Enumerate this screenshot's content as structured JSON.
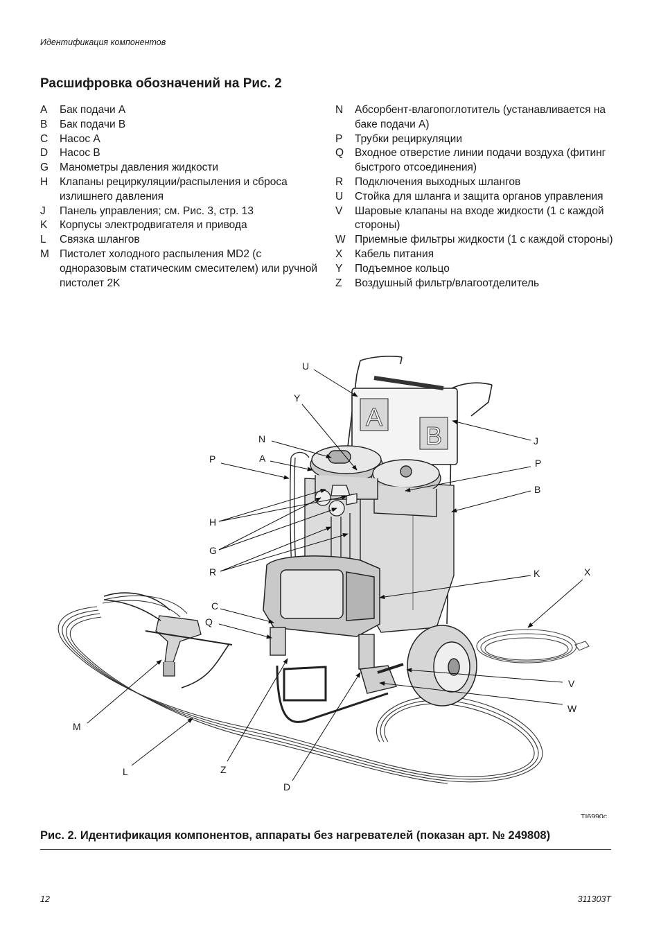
{
  "header": {
    "title": "Идентификация компонентов"
  },
  "section": {
    "title": "Расшифровка обозначений на Рис. 2"
  },
  "legend": {
    "left": [
      {
        "key": "A",
        "text": "Бак подачи A"
      },
      {
        "key": "B",
        "text": "Бак подачи B"
      },
      {
        "key": "C",
        "text": "Насос A"
      },
      {
        "key": "D",
        "text": "Насос B"
      },
      {
        "key": "G",
        "text": "Манометры давления жидкости"
      },
      {
        "key": "H",
        "text": "Клапаны рециркуляции/распыления и сброса излишнего давления"
      },
      {
        "key": "J",
        "text": "Панель управления; см. Рис. 3, стр. 13"
      },
      {
        "key": "K",
        "text": "Корпусы электродвигателя и привода"
      },
      {
        "key": "L",
        "text": "Связка шлангов"
      },
      {
        "key": "M",
        "text": "Пистолет холодного распыления MD2 (с одноразовым статическим смесителем) или ручной пистолет 2K"
      }
    ],
    "right": [
      {
        "key": "N",
        "text": "Абсорбент-влагопоглотитель (устанавливается на баке подачи A)"
      },
      {
        "key": "P",
        "text": "Трубки рециркуляции"
      },
      {
        "key": "Q",
        "text": "Входное отверстие линии подачи воздуха (фитинг быстрого отсоединения)"
      },
      {
        "key": "R",
        "text": "Подключения выходных шлангов"
      },
      {
        "key": "U",
        "text": "Стойка для шланга и защита органов управления"
      },
      {
        "key": "V",
        "text": "Шаровые клапаны на входе жидкости (1 с каждой стороны)"
      },
      {
        "key": "W",
        "text": "Приемные фильтры жидкости (1 с каждой стороны)"
      },
      {
        "key": "X",
        "text": "Кабель питания"
      },
      {
        "key": "Y",
        "text": "Подъемное кольцо"
      },
      {
        "key": "Z",
        "text": "Воздушный фильтр/влагоотделитель"
      }
    ]
  },
  "figure": {
    "tank_label_a": "A",
    "tank_label_b": "B",
    "callouts": {
      "U": "U",
      "Y": "Y",
      "N": "N",
      "A": "A",
      "P_left": "P",
      "P_right": "P",
      "J": "J",
      "B": "B",
      "H": "H",
      "G": "G",
      "R": "R",
      "K": "K",
      "X": "X",
      "C": "C",
      "Q": "Q",
      "V": "V",
      "W": "W",
      "M": "M",
      "L": "L",
      "Z": "Z",
      "D": "D"
    },
    "code": "TI6990c"
  },
  "caption": "Рис. 2. Идентификация компонентов, аппараты без нагревателей (показан арт. № 249808)",
  "footer": {
    "page_number": "12",
    "doc_number": "311303T"
  }
}
